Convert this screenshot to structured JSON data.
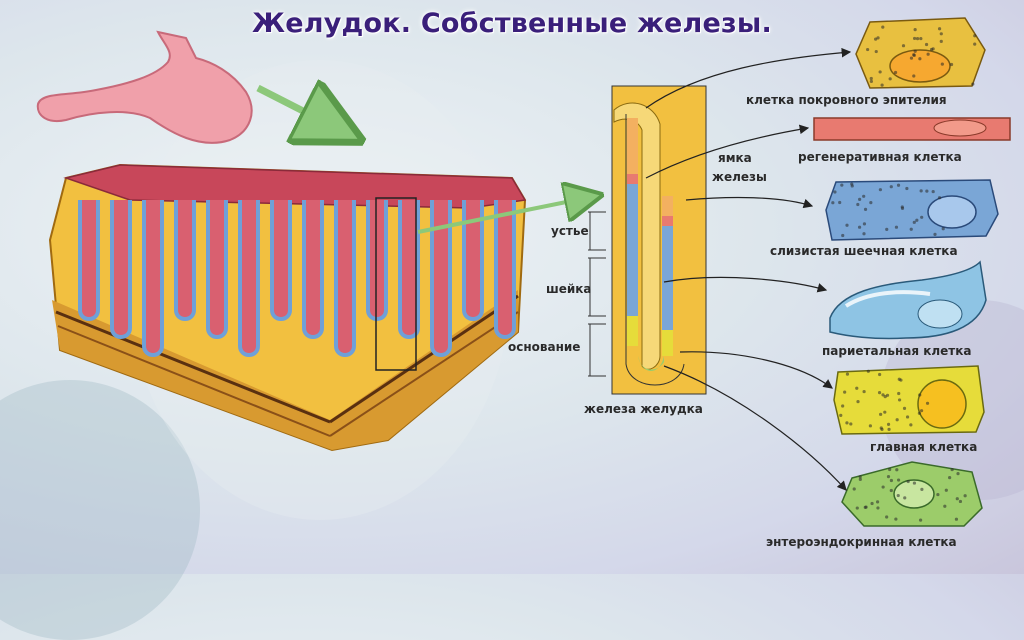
{
  "title": "Желудок. Собственные железы.",
  "colors": {
    "title": "#3a1f7a",
    "tissue_yellow": "#f2c040",
    "mucosa_red": "#c8475a",
    "stomach_pink": "#f0a0aa",
    "neck_blue": "#6fa0d8",
    "arrow_green": "#8cc87a"
  },
  "labels": {
    "ustye": "устье",
    "sheika": "шейка",
    "osnovanie": "основание",
    "yamka_line1": "ямка",
    "yamka_line2": "железы",
    "gland": "железа желудка"
  },
  "cells": [
    {
      "name": "клетка покровного эпителия",
      "color": "#e8c040"
    },
    {
      "name": "регенеративная клетка",
      "color": "#e87a70"
    },
    {
      "name": "слизистая шеечная клетка",
      "color": "#7aa6d6"
    },
    {
      "name": "париетальная клетка",
      "color": "#8ec4e4"
    },
    {
      "name": "главная клетка",
      "color": "#e6dc3a"
    },
    {
      "name": "энтероэндокринная клетка",
      "color": "#9ccc6a"
    }
  ]
}
